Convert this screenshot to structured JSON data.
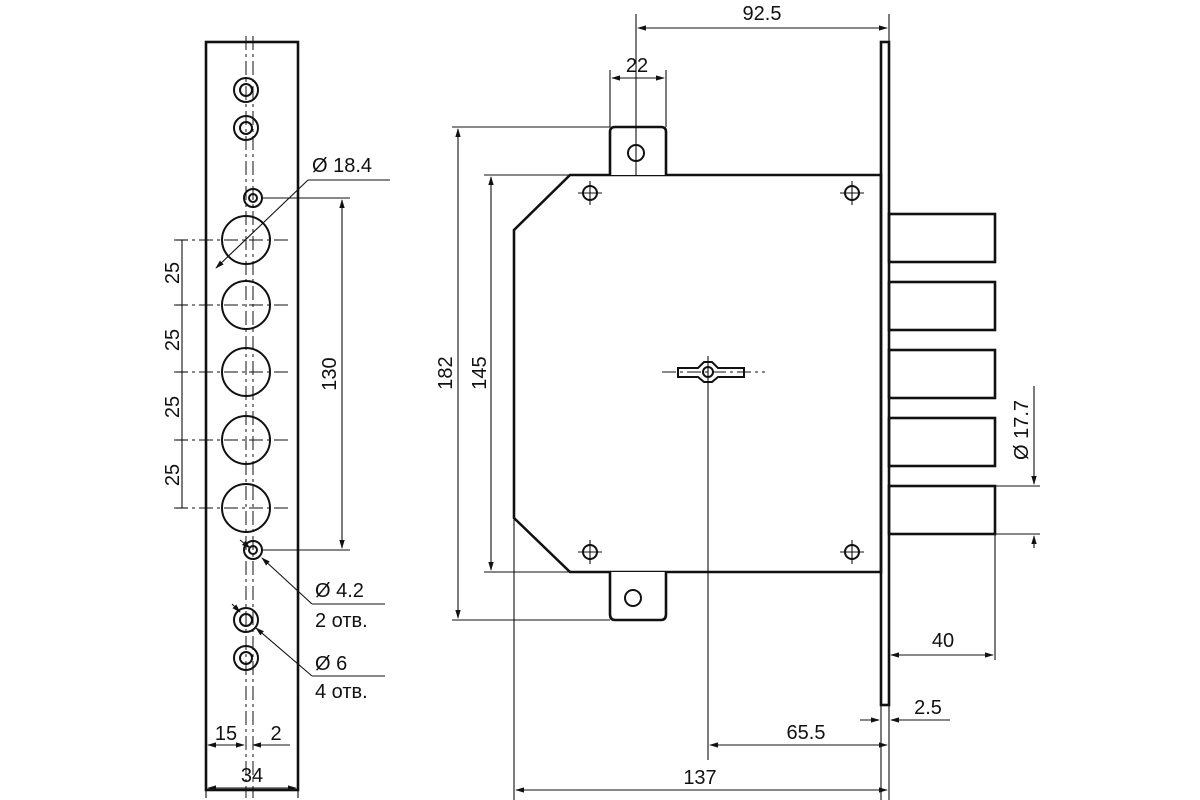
{
  "strip": {
    "hole_diameter_main": "Ø 18.4",
    "hole_small": {
      "diameter": "Ø 4.2",
      "count": "2 отв."
    },
    "hole_mount": {
      "diameter": "Ø 6",
      "count": "4 отв."
    },
    "pitch": [
      "25",
      "25",
      "25",
      "25"
    ],
    "span": "130",
    "offset_left": "15",
    "offset_right": "2",
    "width": "34"
  },
  "lock": {
    "backset_total": "92.5",
    "tab_width": "22",
    "height_outer": "182",
    "height_body": "145",
    "bolt_diameter": "Ø 17.7",
    "bolt_projection": "40",
    "faceplate_thickness": "2.5",
    "backset": "65.5",
    "body_length": "137"
  },
  "colors": {
    "line": "#111111",
    "background": "#ffffff"
  }
}
